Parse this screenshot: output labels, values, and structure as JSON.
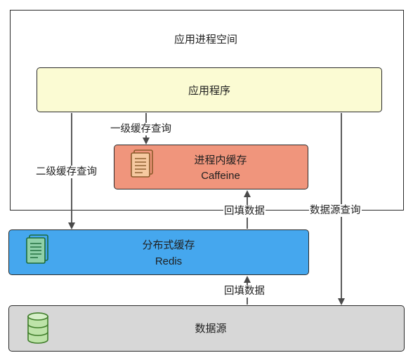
{
  "process_space": {
    "label": "应用进程空间"
  },
  "application": {
    "label": "应用程序"
  },
  "local_cache": {
    "label": "进程内缓存",
    "sublabel": "Caffeine"
  },
  "distributed_cache": {
    "label": "分布式缓存",
    "sublabel": "Redis"
  },
  "data_source": {
    "label": "数据源"
  },
  "edges": {
    "l1_query": "一级缓存查询",
    "l2_query": "二级缓存查询",
    "backfill_local": "回填数据",
    "backfill_redis": "回填数据",
    "source_query": "数据源查询"
  },
  "colors": {
    "application": "#fbfbd3",
    "local_cache": "#f0957c",
    "distributed_cache": "#45a7ee",
    "data_source": "#d7d7d7",
    "line": "#4a4a4a"
  },
  "icons": {
    "local_cache": "document-icon",
    "distributed_cache": "document-icon",
    "data_source": "database-icon"
  }
}
